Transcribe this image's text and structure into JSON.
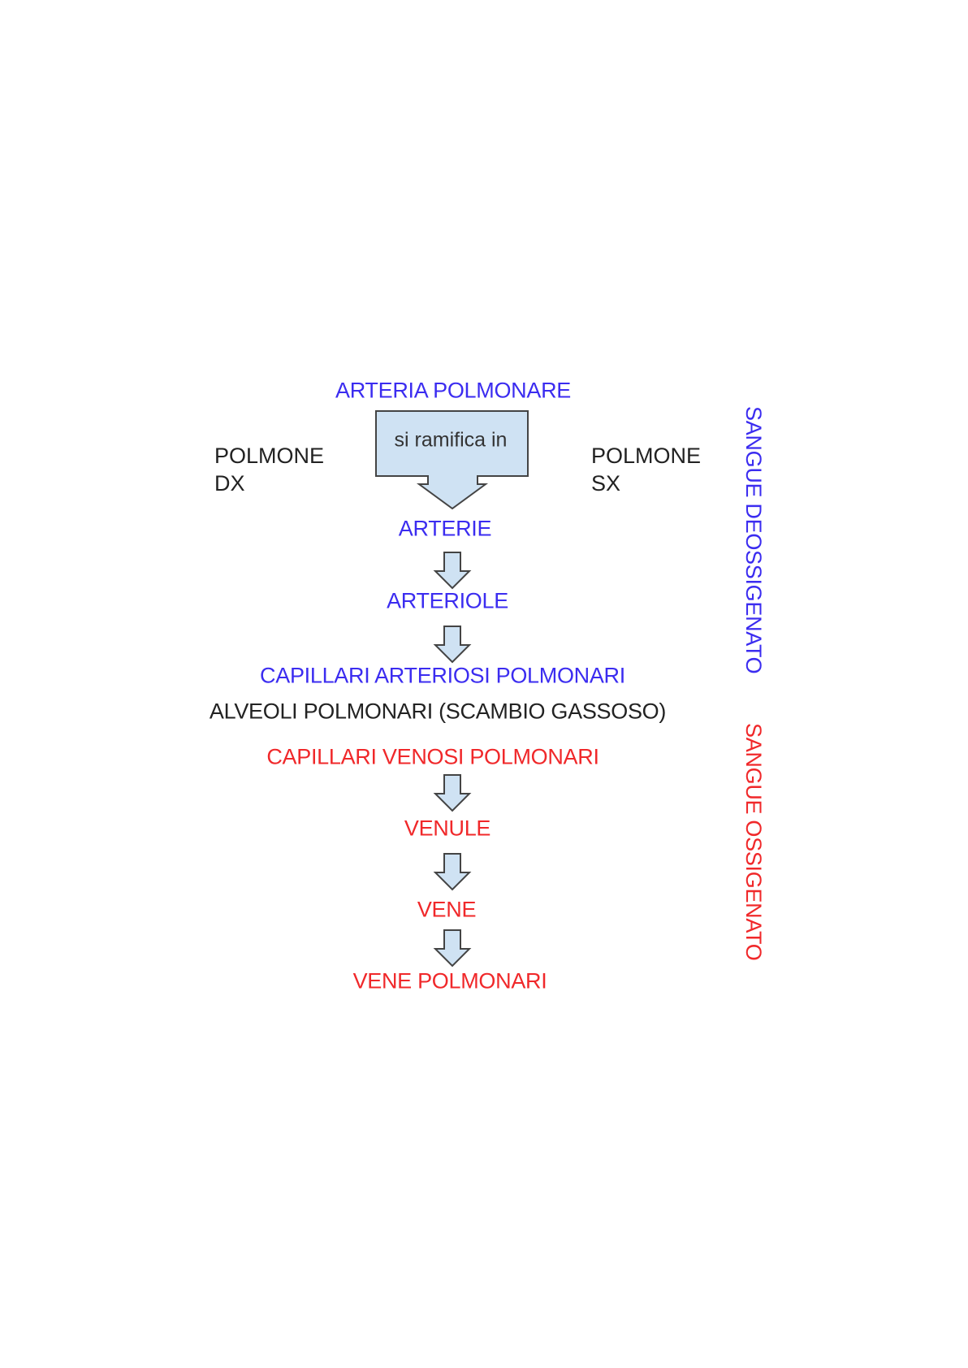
{
  "colors": {
    "deoxygenated": "#3b2cf0",
    "oxygenated": "#f0282a",
    "arrow_fill": "#cfe2f3",
    "arrow_stroke": "#444444"
  },
  "top": "ARTERIA POLMONARE",
  "box_label": "si ramifica in",
  "lung_right": {
    "line1": "POLMONE",
    "line2": "DX"
  },
  "lung_left": {
    "line1": "POLMONE",
    "line2": "SX"
  },
  "flow_blue": [
    "ARTERIE",
    "ARTERIOLE",
    "CAPILLARI ARTERIOSI POLMONARI"
  ],
  "exchange": "ALVEOLI POLMONARI (SCAMBIO GASSOSO)",
  "flow_red": [
    "CAPILLARI VENOSI POLMONARI",
    "VENULE",
    "VENE",
    "VENE POLMONARI"
  ],
  "side_labels": {
    "deoxygenated": "SANGUE DEOSSIGENATO",
    "oxygenated": "SANGUE OSSIGENATO"
  }
}
